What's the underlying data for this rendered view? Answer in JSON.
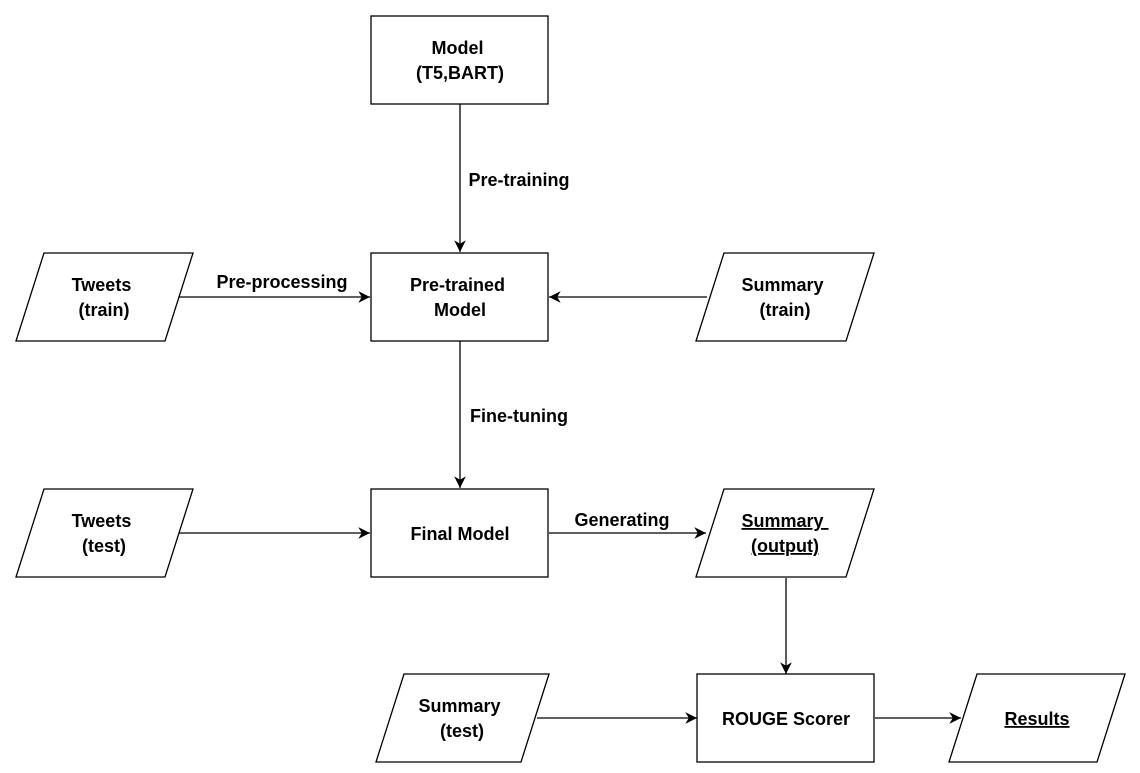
{
  "nodes": {
    "model": {
      "lines": [
        "Model",
        "(T5,BART)"
      ]
    },
    "pretrained": {
      "lines": [
        "Pre-trained",
        "Model"
      ]
    },
    "tweets_train": {
      "lines": [
        "Tweets",
        "(train)"
      ]
    },
    "summary_train": {
      "lines": [
        "Summary",
        "(train)"
      ]
    },
    "final_model": {
      "lines": [
        "Final Model"
      ]
    },
    "tweets_test": {
      "lines": [
        "Tweets",
        "(test)"
      ]
    },
    "summary_output": {
      "lines": [
        "Summary",
        "(output)"
      ]
    },
    "rouge": {
      "lines": [
        "ROUGE Scorer"
      ]
    },
    "summary_test": {
      "lines": [
        "Summary",
        "(test)"
      ]
    },
    "results": {
      "lines": [
        "Results"
      ]
    }
  },
  "edges": {
    "pretraining": "Pre-training",
    "preprocessing": "Pre-processing",
    "finetuning": "Fine-tuning",
    "generating": "Generating"
  }
}
